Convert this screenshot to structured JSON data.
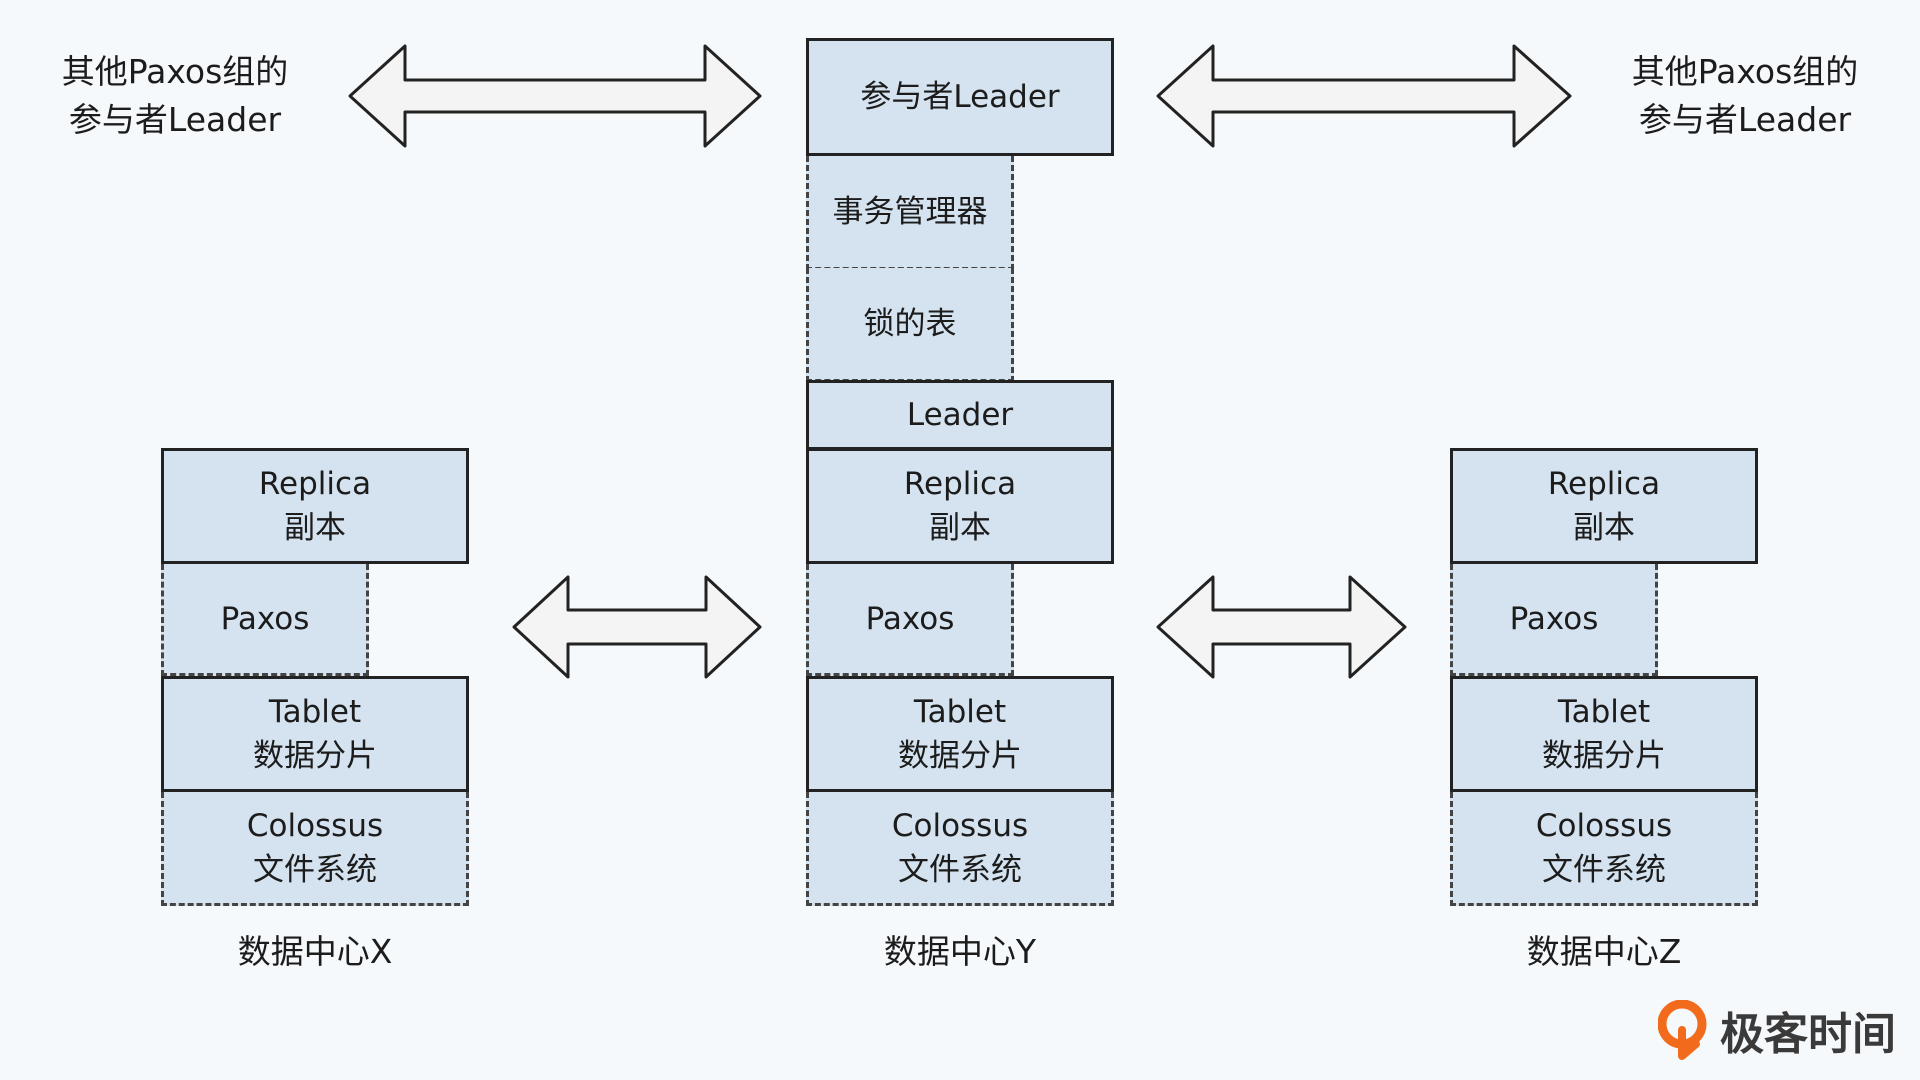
{
  "side_labels": {
    "left": [
      "其他Paxos组的",
      "参与者Leader"
    ],
    "right": [
      "其他Paxos组的",
      "参与者Leader"
    ]
  },
  "center_stack": {
    "participant_leader": "参与者Leader",
    "txn_manager": "事务管理器",
    "lock_table": "锁的表",
    "leader": "Leader"
  },
  "datacenters": [
    {
      "replica": [
        "Replica",
        "副本"
      ],
      "paxos": "Paxos",
      "tablet": [
        "Tablet",
        "数据分片"
      ],
      "colossus": [
        "Colossus",
        "文件系统"
      ],
      "name": "数据中心X"
    },
    {
      "replica": [
        "Replica",
        "副本"
      ],
      "paxos": "Paxos",
      "tablet": [
        "Tablet",
        "数据分片"
      ],
      "colossus": [
        "Colossus",
        "文件系统"
      ],
      "name": "数据中心Y"
    },
    {
      "replica": [
        "Replica",
        "副本"
      ],
      "paxos": "Paxos",
      "tablet": [
        "Tablet",
        "数据分片"
      ],
      "colossus": [
        "Colossus",
        "文件系统"
      ],
      "name": "数据中心Z"
    }
  ],
  "logo": {
    "text": "极客时间",
    "color": "#f26a1b"
  },
  "colors": {
    "box_fill": "#d5e3f0",
    "background": "#f5f9fb",
    "arrow_fill": "#f4f4f4"
  }
}
